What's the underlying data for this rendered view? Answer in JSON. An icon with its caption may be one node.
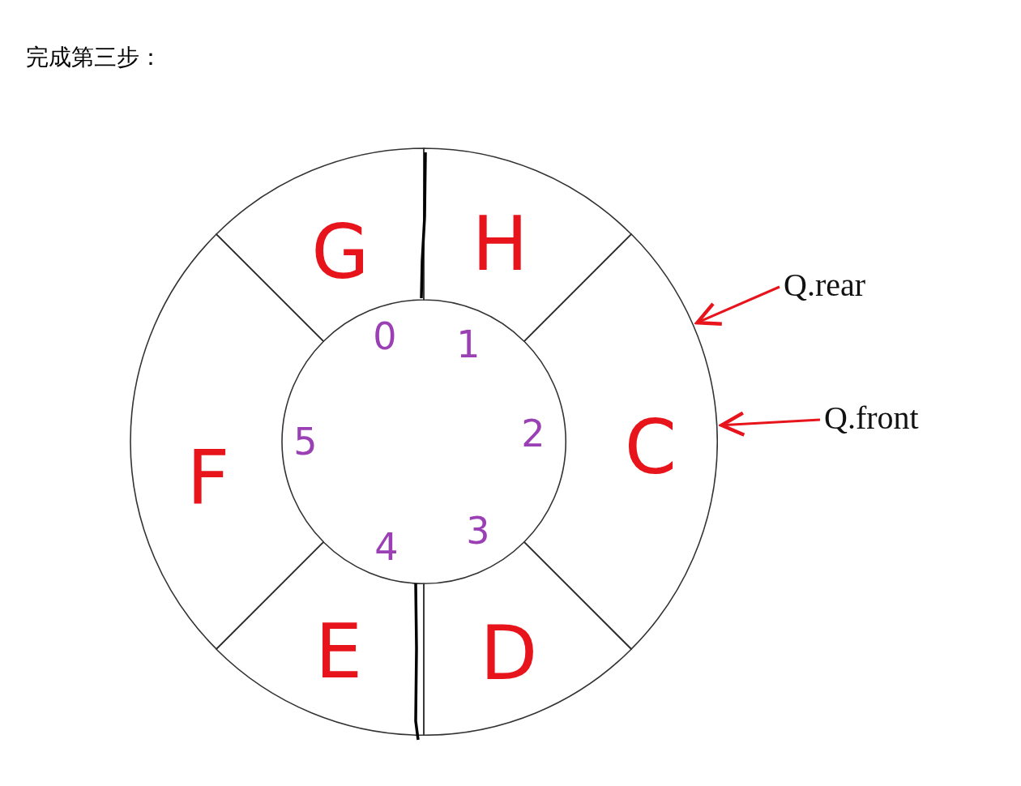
{
  "diagram": {
    "title": "完成第三步：",
    "nodes": [
      {
        "text": [
          "G"
        ]
      },
      {
        "text": [
          "H"
        ]
      },
      {
        "text": [
          "C"
        ]
      },
      {
        "text": [
          "D"
        ]
      },
      {
        "text": [
          "E"
        ]
      },
      {
        "text": [
          "F"
        ]
      },
      {
        "text": [
          "Q.rear"
        ]
      },
      {
        "text": [
          "Q.front"
        ]
      }
    ],
    "edges": [
      {
        "from": 6,
        "to": 2,
        "arrow": "to"
      },
      {
        "from": 7,
        "to": 2,
        "arrow": "to"
      }
    ],
    "labels": [
      "0",
      "1",
      "2",
      "3",
      "4",
      "5"
    ]
  }
}
